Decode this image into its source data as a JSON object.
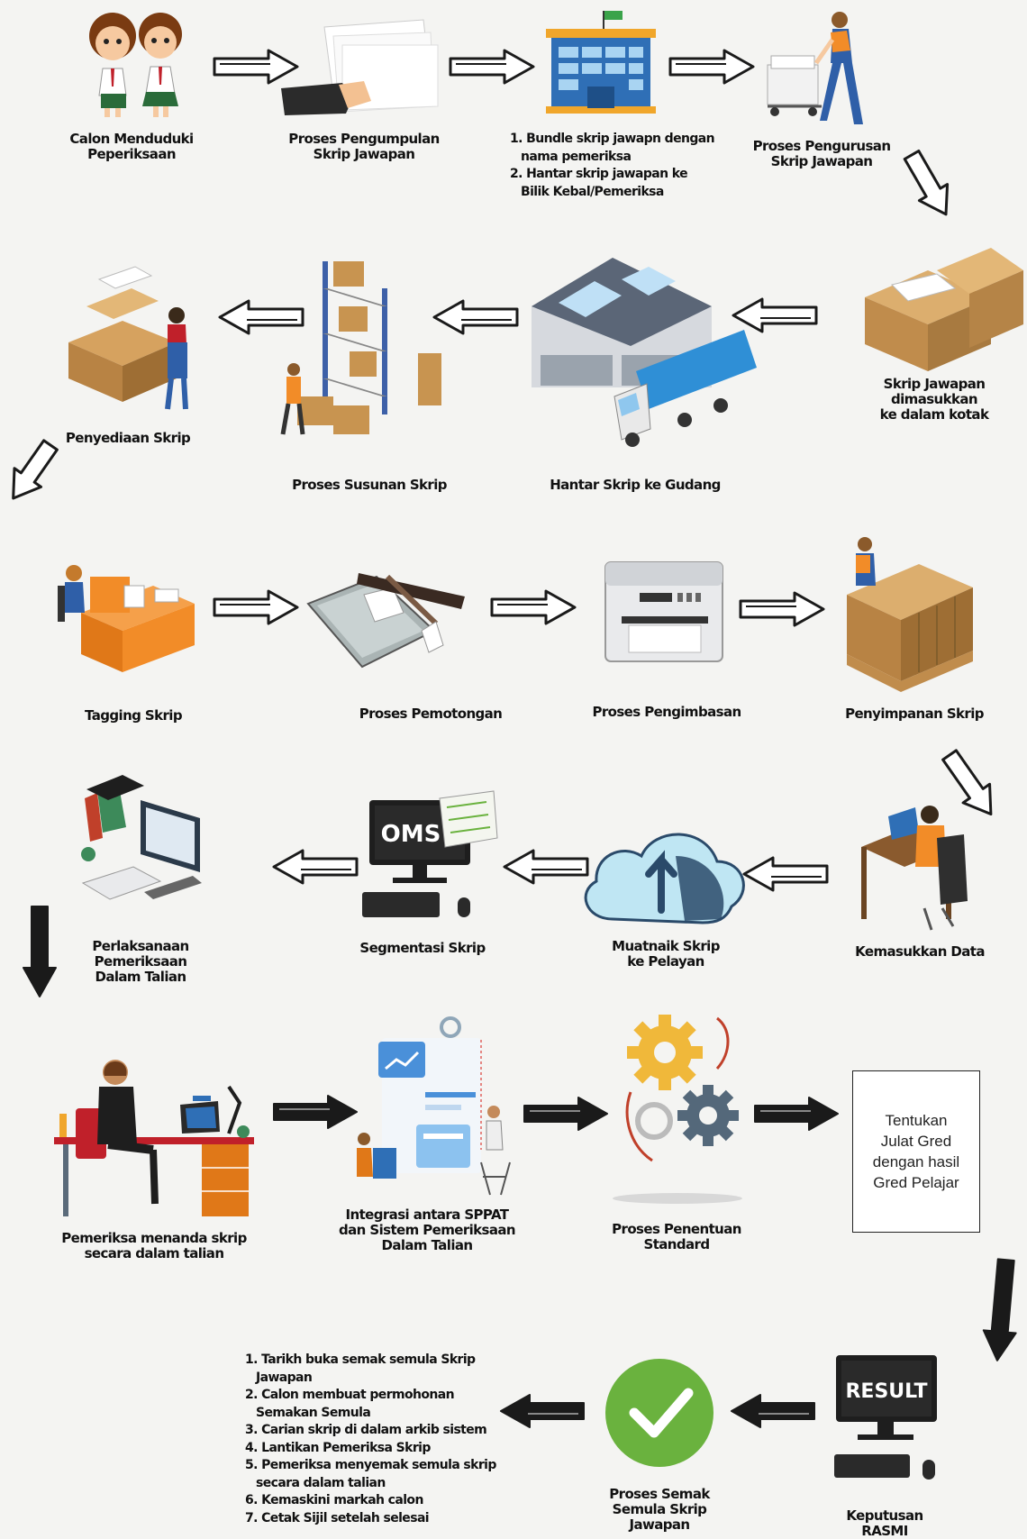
{
  "steps": [
    {
      "id": "s1",
      "label": "Calon Menduduki\nPeperiksaan"
    },
    {
      "id": "s2",
      "label": "Proses Pengumpulan\nSkrip Jawapan"
    },
    {
      "id": "s3",
      "lines": [
        "1. Bundle skrip jawapn dengan nama pemeriksa",
        "2. Hantar skrip jawapan ke Bilik Kebal/Pemeriksa"
      ]
    },
    {
      "id": "s4",
      "label": "Proses Pengurusan\nSkrip Jawapan"
    },
    {
      "id": "s5",
      "label": "Skrip Jawapan\ndimasukkan\nke dalam kotak"
    },
    {
      "id": "s6",
      "label": "Hantar Skrip ke Gudang"
    },
    {
      "id": "s7",
      "label": "Proses Susunan Skrip"
    },
    {
      "id": "s8",
      "label": "Penyediaan Skrip"
    },
    {
      "id": "s9",
      "label": "Tagging Skrip"
    },
    {
      "id": "s10",
      "label": "Proses Pemotongan"
    },
    {
      "id": "s11",
      "label": "Proses Pengimbasan"
    },
    {
      "id": "s12",
      "label": "Penyimpanan Skrip"
    },
    {
      "id": "s13",
      "label": "Kemasukkan Data"
    },
    {
      "id": "s14",
      "label": "Muatnaik Skrip\nke Pelayan"
    },
    {
      "id": "s15",
      "label": "Segmentasi Skrip",
      "screen_text": "OMS"
    },
    {
      "id": "s16",
      "label": "Perlaksanaan\nPemeriksaan\nDalam Talian"
    },
    {
      "id": "s17",
      "label": "Pemeriksa menanda skrip\nsecara dalam talian"
    },
    {
      "id": "s18",
      "label": "Integrasi antara SPPAT\ndan Sistem Pemeriksaan\nDalam Talian"
    },
    {
      "id": "s19",
      "label": "Proses Penentuan\nStandard"
    },
    {
      "id": "s20",
      "box_text": "Tentukan\nJulat Gred\ndengan hasil\nGred Pelajar"
    },
    {
      "id": "s21",
      "label": "Keputusan\nRASMI",
      "screen_text": "RESULT"
    },
    {
      "id": "s22",
      "label": "Proses Semak\nSemula Skrip\nJawapan"
    },
    {
      "id": "s23",
      "lines": [
        "1. Tarikh buka semak semula Skrip Jawapan",
        "2. Calon membuat permohonan Semakan Semula",
        "3. Carian skrip di dalam arkib sistem",
        "4. Lantikan Pemeriksa Skrip",
        "5. Pemeriksa menyemak semula skrip secara dalam talian",
        "6. Kemaskini markah calon",
        "7. Cetak Sijil setelah selesai"
      ]
    }
  ],
  "colors": {
    "accent_orange": "#f28c28",
    "blue": "#2f6fb6",
    "check_green": "#6ab23e",
    "arrow_dark": "#1a1a1a"
  }
}
